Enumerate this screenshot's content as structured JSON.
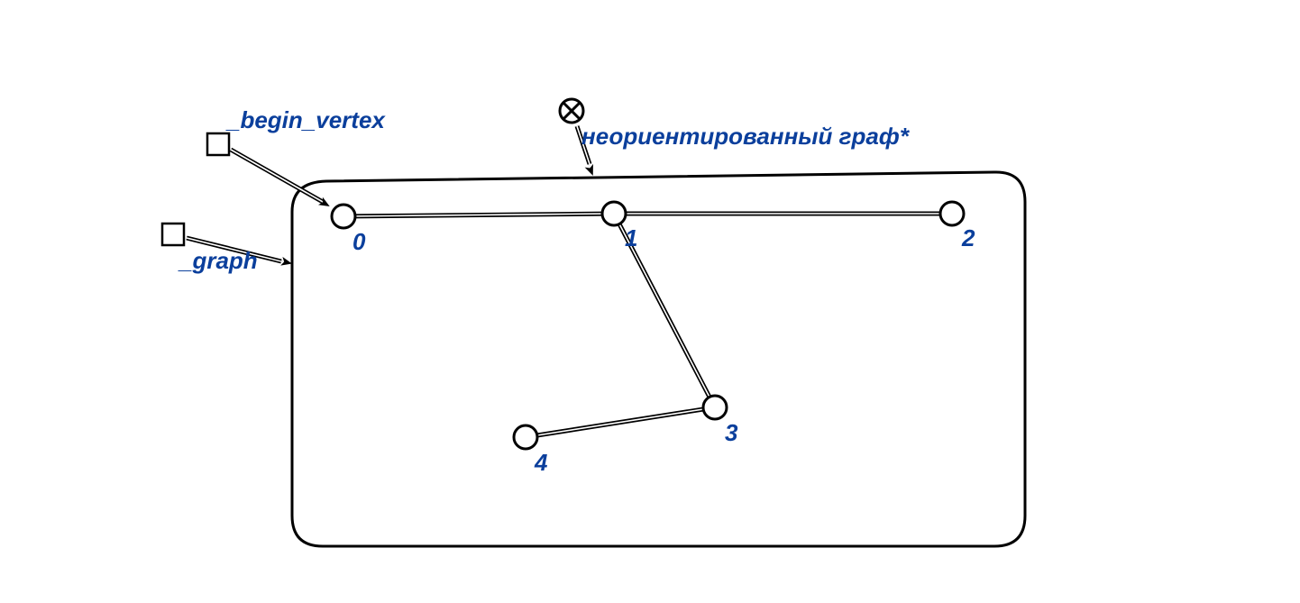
{
  "diagram": {
    "type": "scg-structure",
    "colors": {
      "label": "#0b3f9c",
      "stroke": "#000000",
      "background": "#ffffff"
    },
    "concept_node": {
      "label": "неориентированный граф*",
      "icon": "circle-times-icon"
    },
    "variables": [
      {
        "label": "_begin_vertex",
        "icon": "square-node-icon"
      },
      {
        "label": "_graph",
        "icon": "square-node-icon"
      }
    ],
    "vertices": [
      {
        "id": "v0",
        "label": "0"
      },
      {
        "id": "v1",
        "label": "1"
      },
      {
        "id": "v2",
        "label": "2"
      },
      {
        "id": "v3",
        "label": "3"
      },
      {
        "id": "v4",
        "label": "4"
      }
    ],
    "edges": [
      {
        "from": "v0",
        "to": "v1"
      },
      {
        "from": "v1",
        "to": "v2"
      },
      {
        "from": "v1",
        "to": "v3"
      },
      {
        "from": "v3",
        "to": "v4"
      }
    ]
  }
}
